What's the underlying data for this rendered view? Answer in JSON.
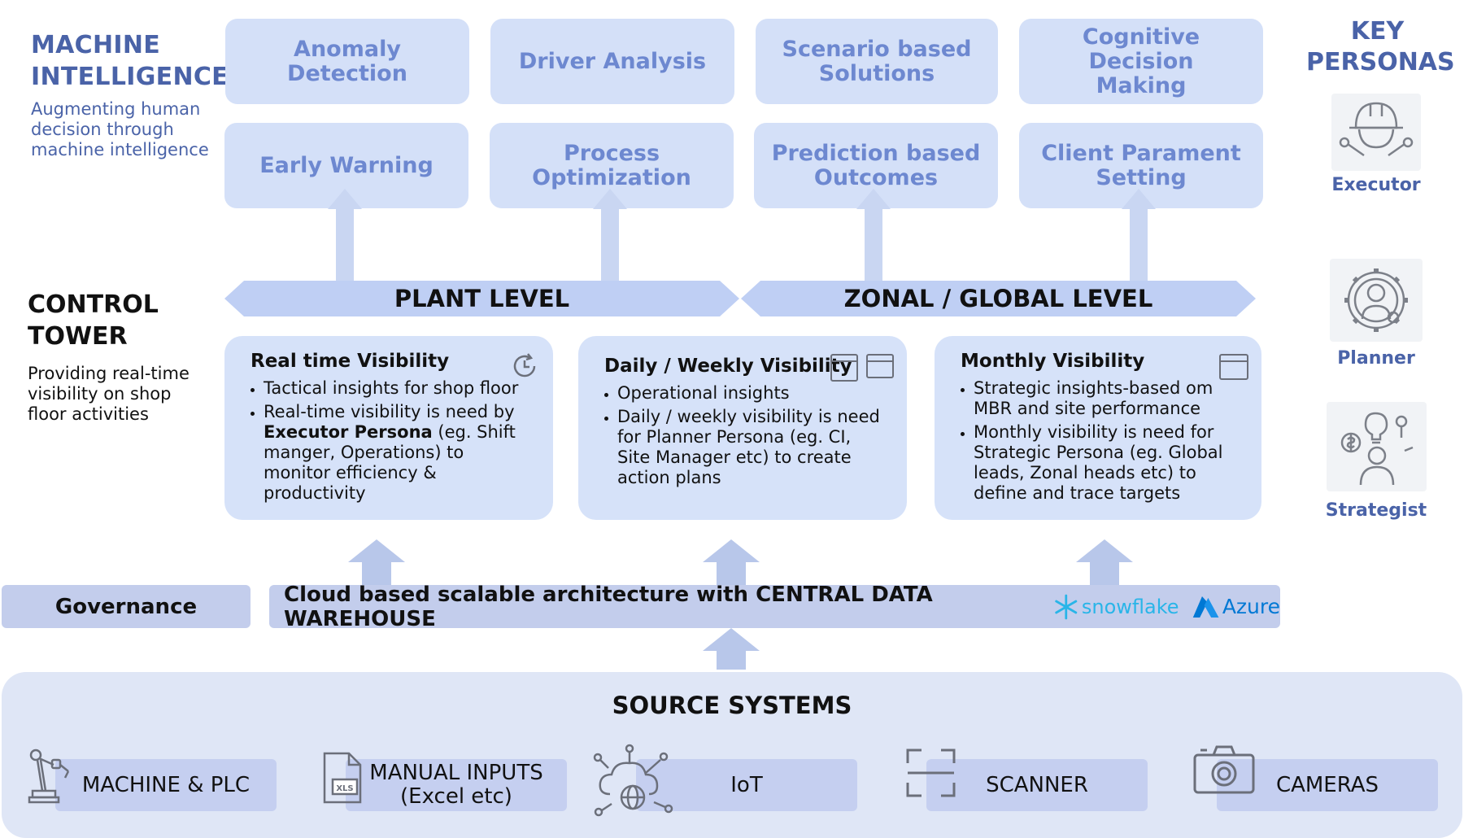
{
  "machine_intelligence": {
    "title_line1": "MACHINE",
    "title_line2": "INTELLIGENCE",
    "subtitle_line1": "Augmenting human",
    "subtitle_line2": "decision through",
    "subtitle_line3": "machine intelligence",
    "top_row": [
      {
        "line1": "Anomaly Detection",
        "line2": ""
      },
      {
        "line1": "Driver Analysis",
        "line2": ""
      },
      {
        "line1": "Scenario based",
        "line2": "Solutions"
      },
      {
        "line1": "Cognitive Decision",
        "line2": "Making"
      }
    ],
    "bottom_row": [
      {
        "line1": "Early Warning",
        "line2": ""
      },
      {
        "line1": "Process",
        "line2": "Optimization"
      },
      {
        "line1": "Prediction based",
        "line2": "Outcomes"
      },
      {
        "line1": "Client Parament",
        "line2": "Setting"
      }
    ]
  },
  "key_personas": {
    "title_line1": "KEY",
    "title_line2": "PERSONAS",
    "items": [
      {
        "label": "Executor",
        "icon": "executor-worker-icon"
      },
      {
        "label": "Planner",
        "icon": "planner-gear-person-icon"
      },
      {
        "label": "Strategist",
        "icon": "strategist-idea-person-icon"
      }
    ]
  },
  "levels": {
    "plant": "PLANT LEVEL",
    "zonal": "ZONAL / GLOBAL LEVEL"
  },
  "control_tower": {
    "title_line1": "CONTROL",
    "title_line2": "TOWER",
    "subtitle_line1": "Providing real-time",
    "subtitle_line2": "visibility on shop",
    "subtitle_line3": "floor activities",
    "cards": [
      {
        "title": "Real time Visibility",
        "icon": "clock-refresh-icon",
        "bullet1": "Tactical insights for shop floor",
        "bullet2_pre": "Real-time visibility is need by",
        "bullet2_bold": "Executor Persona",
        "bullet2_post": " (eg. Shift manger, Operations) to monitor efficiency & productivity"
      },
      {
        "title": "Daily / Weekly Visibility",
        "icon": "calendar-icon",
        "bullet1": "Operational insights",
        "bullet2": "Daily / weekly visibility is need for Planner  Persona (eg. CI, Site Manager etc) to create action plans"
      },
      {
        "title": "Monthly Visibility",
        "icon": "calendar-icon",
        "bullet1": "Strategic insights-based om MBR and site performance",
        "bullet2": "Monthly visibility is need for Strategic  Persona (eg. Global leads, Zonal heads etc) to define and trace targets"
      }
    ]
  },
  "infrastructure": {
    "governance": "Governance",
    "cloud": "Cloud based scalable architecture with CENTRAL DATA WAREHOUSE",
    "snowflake": "snowflake",
    "azure": "Azure"
  },
  "source_systems": {
    "title": "SOURCE SYSTEMS",
    "items": [
      {
        "line1": "MACHINE & PLC",
        "line2": "",
        "icon": "robot-arm-icon"
      },
      {
        "line1": "MANUAL INPUTS",
        "line2": "(Excel etc)",
        "icon": "xls-file-icon"
      },
      {
        "line1": "IoT",
        "line2": "",
        "icon": "iot-network-icon"
      },
      {
        "line1": "SCANNER",
        "line2": "",
        "icon": "scanner-frame-icon"
      },
      {
        "line1": "CAMERAS",
        "line2": "",
        "icon": "camera-icon"
      }
    ]
  },
  "colors": {
    "accent_blue": "#4a63a8",
    "mi_box": "#d4e0f8",
    "mi_text": "#6d88d0",
    "banner": "#bfcff4",
    "snowflake": "#29b5e8",
    "azure": "#0078d4"
  }
}
